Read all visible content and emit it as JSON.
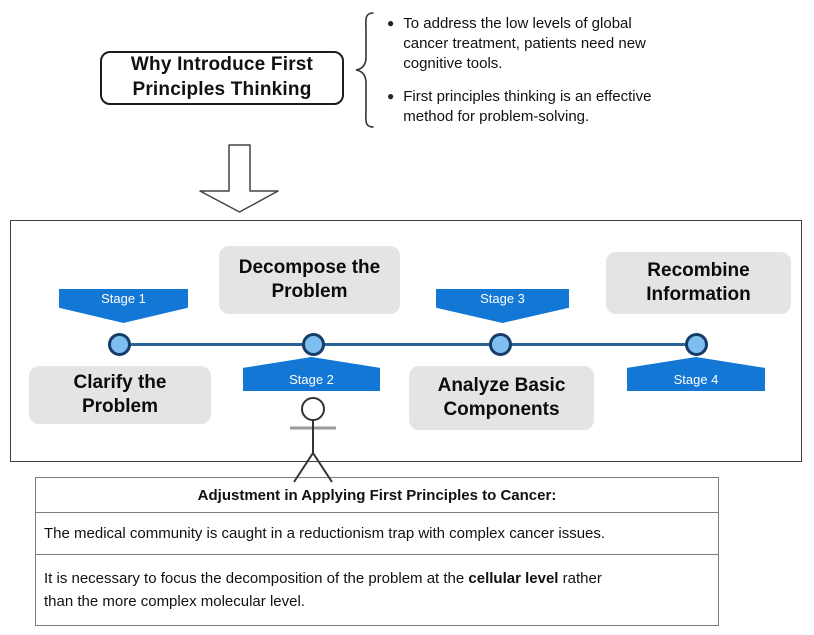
{
  "header": {
    "title": "Why Introduce First\nPrinciples Thinking",
    "bullets": [
      "To address the low levels of global\ncancer treatment, patients need new\ncognitive tools.",
      "First principles thinking is an effective\nmethod for problem-solving."
    ]
  },
  "timeline": {
    "stages": [
      {
        "label": "Stage 1",
        "caption": "Clarify the\nProblem"
      },
      {
        "label": "Stage 2",
        "caption": "Decompose the\nProblem"
      },
      {
        "label": "Stage 3",
        "caption": "Analyze Basic\nComponents"
      },
      {
        "label": "Stage 4",
        "caption": "Recombine\nInformation"
      }
    ]
  },
  "table": {
    "title": "Adjustment in Applying First Principles to Cancer:",
    "rows": [
      {
        "text": "The medical community is caught in a reductionism trap with complex cancer issues."
      },
      {
        "text_pre": "It is necessary to focus the decomposition of the problem at the ",
        "text_bold": "cellular level",
        "text_post": " rather\nthan the more complex molecular level."
      }
    ]
  },
  "colors": {
    "stage_banner_blue": "#1377d6",
    "node_fill": "#7fbef0",
    "node_border": "#163d68",
    "timeline_line": "#2a6496",
    "caption_box_gray": "#e4e4e4"
  }
}
